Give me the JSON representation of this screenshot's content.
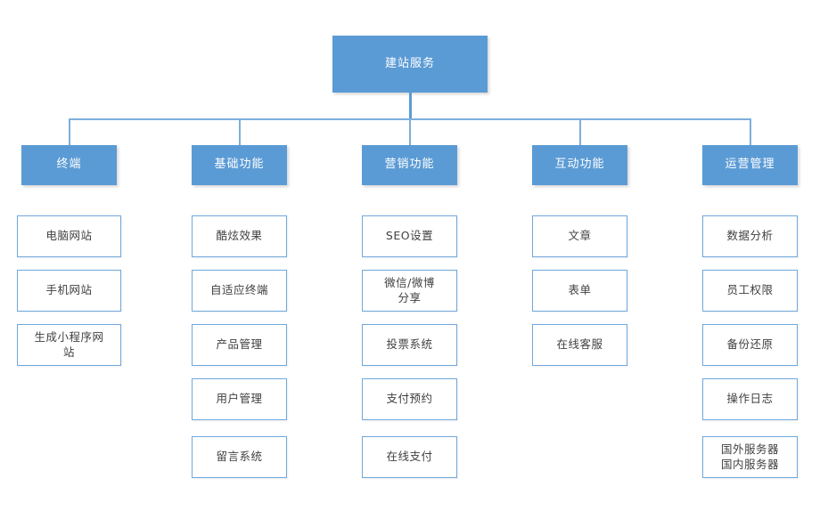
{
  "diagram": {
    "title": "建站服务",
    "type": "organization-chart",
    "colors": {
      "node_fill": "#5B9BD5",
      "node_text": "#FFFFFF",
      "leaf_fill": "#FFFFFF",
      "leaf_border": "#6FA8DC",
      "leaf_text": "#404040",
      "connector": "#5B9BD5",
      "background": "#FFFFFF"
    },
    "root": {
      "label": "建站服务"
    },
    "columns": [
      {
        "header": "终端",
        "items": [
          "电脑网站",
          "手机网站",
          "生成小程序网\n站"
        ]
      },
      {
        "header": "基础功能",
        "items": [
          "酷炫效果",
          "自适应终端",
          "产品管理",
          "用户管理",
          "留言系统"
        ]
      },
      {
        "header": "营销功能",
        "items": [
          "SEO设置",
          "微信/微博\n分享",
          "投票系统",
          "支付预约",
          "在线支付"
        ]
      },
      {
        "header": "互动功能",
        "items": [
          "文章",
          "表单",
          "在线客服"
        ]
      },
      {
        "header": "运营管理",
        "items": [
          "数据分析",
          "员工权限",
          "备份还原",
          "操作日志",
          "国外服务器\n国内服务器"
        ]
      }
    ]
  }
}
